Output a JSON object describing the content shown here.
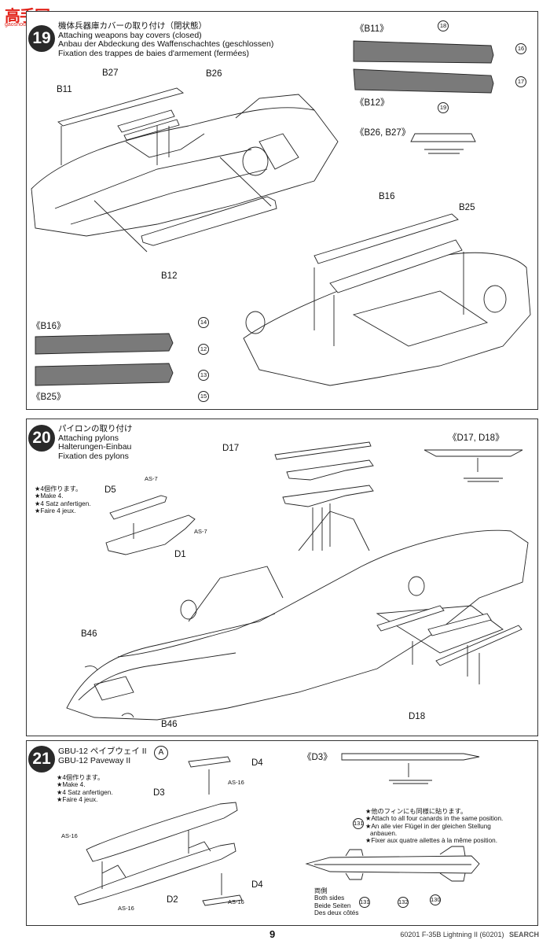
{
  "watermark": {
    "text": "高手网",
    "sub": "gaoshou.com"
  },
  "step19": {
    "number": "19",
    "title_ja": "機体兵器庫カバーの取り付け（閉状態）",
    "title_en": "Attaching weapons bay covers (closed)",
    "title_de": "Anbau der Abdeckung des Waffenschachtes (geschlossen)",
    "title_fr": "Fixation des trappes de baies d'armement (fermées)",
    "parts": {
      "b11": "B11",
      "b27": "B27",
      "b26": "B26",
      "b12": "B12",
      "b16": "B16",
      "b25": "B25"
    },
    "detail_b11": "《B11》",
    "detail_b12": "《B12》",
    "detail_b26b27": "《B26, B27》",
    "detail_b16": "《B16》",
    "detail_b25": "《B25》",
    "decals": {
      "d18": "18",
      "d16": "16",
      "d17": "17",
      "d19": "19",
      "d14": "14",
      "d12": "12",
      "d13": "13",
      "d15": "15"
    }
  },
  "step20": {
    "number": "20",
    "title_ja": "パイロンの取り付け",
    "title_en": "Attaching pylons",
    "title_de": "Halterungen-Einbau",
    "title_fr": "Fixation des pylons",
    "make_note": [
      "★4個作ります。",
      "★Make 4.",
      "★4 Satz anfertigen.",
      "★Faire 4 jeux."
    ],
    "parts": {
      "d17": "D17",
      "d5": "D5",
      "d1": "D1",
      "as7a": "AS-7",
      "as7b": "AS-7",
      "b46a": "B46",
      "b46b": "B46",
      "d18": "D18"
    },
    "detail": "《D17, D18》"
  },
  "step21": {
    "number": "21",
    "title_ja": "GBU-12 ペイブウェイ II",
    "title_en": "GBU-12 Paveway II",
    "marker": "A",
    "make_note": [
      "★4個作ります。",
      "★Make 4.",
      "★4 Satz anfertigen.",
      "★Faire 4 jeux."
    ],
    "parts": {
      "d4a": "D4",
      "d4b": "D4",
      "d3": "D3",
      "d2": "D2",
      "as16a": "AS-16",
      "as16b": "AS-16",
      "as16c": "AS-16",
      "as16d": "AS-16"
    },
    "detail": "《D3》",
    "fin_note": [
      "★他のフィンにも同様に貼ります。",
      "★Attach to all four canards in the same position.",
      "★An alle vier Flügel in der gleichen Stellung",
      "anbauen.",
      "★Fixer aux quatre ailettes à la même position."
    ],
    "decals": {
      "d131a": "131",
      "d131b": "131",
      "d132": "132",
      "d130": "130"
    },
    "both_sides": [
      "両側",
      "Both sides",
      "Beide Seiten",
      "Des deux côtés"
    ]
  },
  "footer": {
    "page": "9",
    "code": "60201 F-35B Lightning II (60201)",
    "brand": "SEARCH"
  }
}
